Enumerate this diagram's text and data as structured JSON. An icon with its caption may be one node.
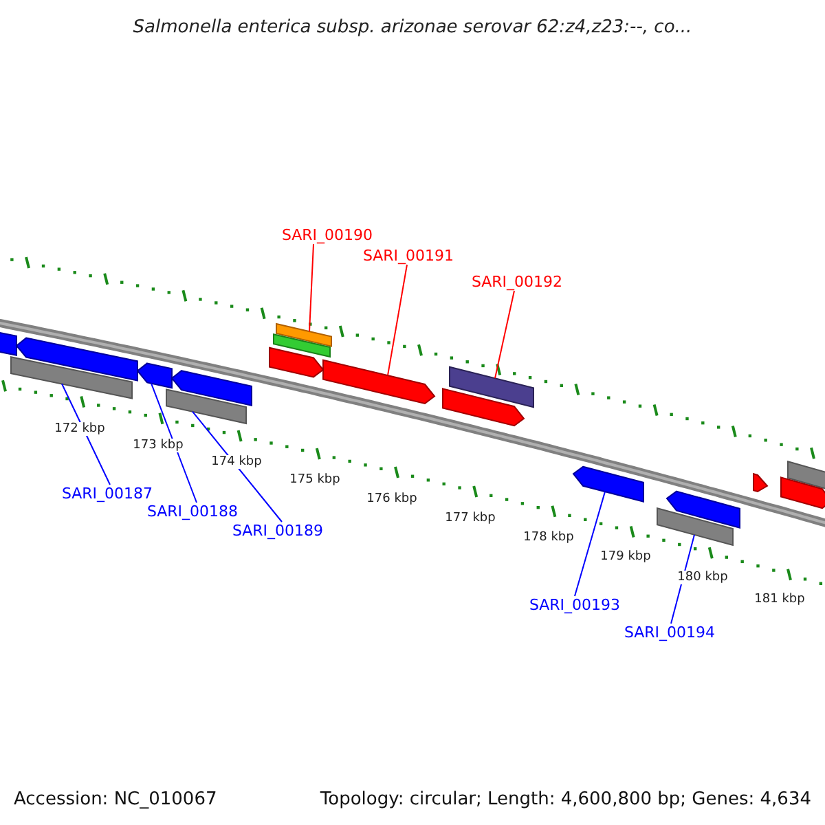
{
  "diagram": {
    "title": "Salmonella enterica subsp. arizonae serovar 62:z4,z23:--, co...",
    "nodes": [
      {
        "text": [
          "SARI_00190"
        ]
      },
      {
        "text": [
          "SARI_00191"
        ]
      },
      {
        "text": [
          "SARI_00192"
        ]
      },
      {
        "text": [
          "SARI_00187"
        ]
      },
      {
        "text": [
          "SARI_00188"
        ]
      },
      {
        "text": [
          "SARI_00189"
        ]
      },
      {
        "text": [
          "SARI_00193"
        ]
      },
      {
        "text": [
          "SARI_00194"
        ]
      },
      {
        "text": [],
        "shape": "bar"
      },
      {
        "text": [],
        "shape": "arrow"
      },
      {
        "text": [],
        "shape": "bar"
      },
      {
        "text": [],
        "shape": "bar"
      },
      {
        "text": [],
        "shape": "arrow"
      },
      {
        "text": [],
        "shape": "bar"
      },
      {
        "text": [],
        "shape": "arrow"
      },
      {
        "text": [],
        "shape": "bar"
      },
      {
        "text": [],
        "shape": "arrow"
      },
      {
        "text": [],
        "shape": "arrow"
      },
      {
        "text": [],
        "shape": "arrow"
      },
      {
        "text": [],
        "shape": "arrow"
      },
      {
        "text": [],
        "shape": "bar"
      },
      {
        "text": [],
        "shape": "bar"
      },
      {
        "text": [],
        "shape": "arrow"
      },
      {
        "text": [],
        "shape": "arrow"
      },
      {
        "text": [],
        "shape": "arrow"
      },
      {
        "text": [],
        "shape": "arrow"
      }
    ],
    "edges": [
      {
        "from": 0,
        "to": 8,
        "arrow": "none",
        "color": "#ff0000"
      },
      {
        "from": 1,
        "to": 9,
        "arrow": "none",
        "color": "#ff0000"
      },
      {
        "from": 2,
        "to": 10,
        "arrow": "none",
        "color": "#ff0000"
      },
      {
        "from": 3,
        "to": 11,
        "arrow": "none"
      },
      {
        "from": 4,
        "to": 12,
        "arrow": "none"
      },
      {
        "from": 5,
        "to": 13,
        "arrow": "none"
      },
      {
        "from": 6,
        "to": 14,
        "arrow": "none"
      },
      {
        "from": 7,
        "to": 15,
        "arrow": "none"
      }
    ],
    "labels": [
      "172 kbp",
      "173 kbp",
      "174 kbp",
      "175 kbp",
      "176 kbp",
      "177 kbp",
      "178 kbp",
      "179 kbp",
      "180 kbp",
      "181 kbp",
      "Accession: NC_010067",
      "Topology: circular; Length: 4,600,800 bp; Genes: 4,634"
    ]
  }
}
